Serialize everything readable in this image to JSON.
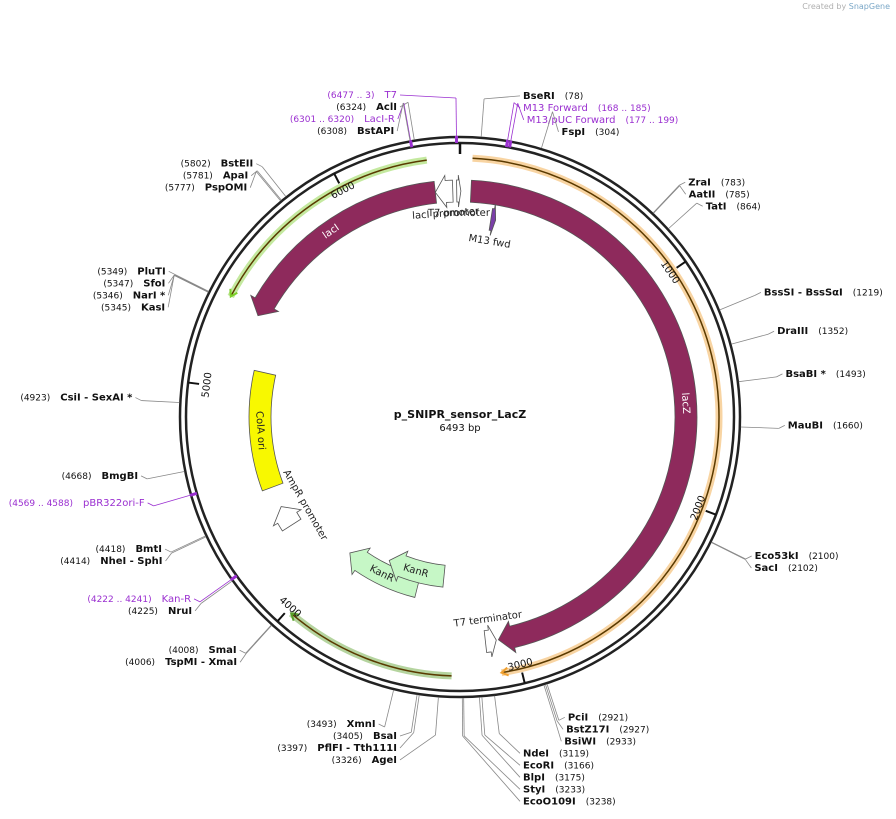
{
  "watermark": {
    "prefix": "Created by",
    "brand": "SnapGene"
  },
  "plasmid": {
    "name": "p_SNIPR_sensor_LacZ",
    "length_label": "6493 bp",
    "length": 6493
  },
  "ticks": [
    {
      "label": "1000",
      "bp": 1000
    },
    {
      "label": "2000",
      "bp": 2000
    },
    {
      "label": "3000",
      "bp": 3000
    },
    {
      "label": "4000",
      "bp": 4000
    },
    {
      "label": "5000",
      "bp": 5000
    },
    {
      "label": "6000",
      "bp": 6000
    }
  ],
  "features": [
    {
      "name": "lacZ",
      "label": "lacZ",
      "type": "gene",
      "start": 50,
      "end": 3070,
      "color": "#8e2a5c",
      "direction": "forward",
      "track": 1
    },
    {
      "name": "lacI",
      "label": "lacI",
      "type": "gene",
      "start": 5350,
      "end": 6380,
      "color": "#8e2a5c",
      "direction": "reverse",
      "track": 1
    },
    {
      "name": "cola-ori",
      "label": "ColA ori",
      "type": "origin",
      "start": 4500,
      "end": 5100,
      "color": "#f8f800",
      "direction": "none",
      "track": 3
    },
    {
      "name": "kanr-1",
      "label": "KanR",
      "type": "marker",
      "start": 3500,
      "end": 3950,
      "color": "#c6f7c6",
      "direction": "forward",
      "track": 4
    },
    {
      "name": "kanr-2",
      "label": "KanR",
      "type": "marker",
      "start": 3350,
      "end": 3720,
      "color": "#c6f7c6",
      "direction": "forward",
      "track": 5
    },
    {
      "name": "lacI-promoter",
      "label": "lacI promoter",
      "type": "promoter",
      "start": 6380,
      "end": 6460,
      "color": "#ffffff",
      "direction": "reverse",
      "track": 1
    },
    {
      "name": "t7-promoter",
      "label": "T7 promoter",
      "type": "promoter",
      "start": 6478,
      "end": 6497,
      "color": "#ffffff",
      "direction": "forward",
      "track": 1
    },
    {
      "name": "m13-fwd",
      "label": "M13 fwd",
      "type": "primer_bind",
      "start": 160,
      "end": 185,
      "color": "#7b3fa8",
      "direction": "forward",
      "track": 3
    },
    {
      "name": "ampr-promoter",
      "label": "AmpR promoter",
      "type": "promoter",
      "start": 4280,
      "end": 4390,
      "color": "#ffffff",
      "direction": "forward",
      "track": 3
    },
    {
      "name": "t7-terminator",
      "label": "T7 terminator",
      "type": "terminator",
      "start": 3080,
      "end": 3130,
      "color": "#ffffff",
      "direction": "reverse",
      "track": 1
    }
  ],
  "outer_features": [
    {
      "name": "lacz-orf",
      "start": 50,
      "end": 3080,
      "color": "#f0a030",
      "direction": "forward"
    },
    {
      "name": "laci-orf",
      "start": 5370,
      "end": 6360,
      "color": "#7ccf2a",
      "direction": "reverse"
    },
    {
      "name": "kanr-orf",
      "start": 3280,
      "end": 3980,
      "color": "#5aa02a",
      "direction": "forward"
    }
  ],
  "sites": [
    {
      "name": "BseRI",
      "pos": "(78)",
      "bp": 78,
      "label_side": "right"
    },
    {
      "name": "FspI",
      "pos": "(304)",
      "bp": 304,
      "label_side": "right"
    },
    {
      "name": "ZraI",
      "pos": "(783)",
      "bp": 783,
      "label_side": "right"
    },
    {
      "name": "AatII",
      "pos": "(785)",
      "bp": 785,
      "label_side": "right"
    },
    {
      "name": "TatI",
      "pos": "(864)",
      "bp": 864,
      "label_side": "right"
    },
    {
      "name": "BssSI   -  BssSαI",
      "pos": "(1219)",
      "bp": 1219,
      "label_side": "right"
    },
    {
      "name": "DraIII",
      "pos": "(1352)",
      "bp": 1352,
      "label_side": "right"
    },
    {
      "name": "BsaBI  *",
      "pos": "(1493)",
      "bp": 1493,
      "label_side": "right"
    },
    {
      "name": "MauBI",
      "pos": "(1660)",
      "bp": 1660,
      "label_side": "right"
    },
    {
      "name": "Eco53kI",
      "pos": "(2100)",
      "bp": 2100,
      "label_side": "right"
    },
    {
      "name": "SacI",
      "pos": "(2102)",
      "bp": 2102,
      "label_side": "right"
    },
    {
      "name": "PciI",
      "pos": "(2921)",
      "bp": 2921,
      "label_side": "right"
    },
    {
      "name": "BstZ17I",
      "pos": "(2927)",
      "bp": 2927,
      "label_side": "right"
    },
    {
      "name": "BsiWI",
      "pos": "(2933)",
      "bp": 2933,
      "label_side": "right"
    },
    {
      "name": "NdeI",
      "pos": "(3119)",
      "bp": 3119,
      "label_side": "right"
    },
    {
      "name": "EcoRI",
      "pos": "(3166)",
      "bp": 3166,
      "label_side": "right"
    },
    {
      "name": "BlpI",
      "pos": "(3175)",
      "bp": 3175,
      "label_side": "right"
    },
    {
      "name": "StyI",
      "pos": "(3233)",
      "bp": 3233,
      "label_side": "right"
    },
    {
      "name": "EcoO109I",
      "pos": "(3238)",
      "bp": 3238,
      "label_side": "right"
    },
    {
      "name": "AgeI",
      "pos": "(3326)",
      "bp": 3326,
      "label_side": "left"
    },
    {
      "name": "PflFI   -  Tth111I",
      "pos": "(3397)",
      "bp": 3397,
      "label_side": "left"
    },
    {
      "name": "BsaI",
      "pos": "(3405)",
      "bp": 3405,
      "label_side": "left"
    },
    {
      "name": "XmnI",
      "pos": "(3493)",
      "bp": 3493,
      "label_side": "left"
    },
    {
      "name": "TspMI   -  XmaI",
      "pos": "(4006)",
      "bp": 4006,
      "label_side": "left"
    },
    {
      "name": "SmaI",
      "pos": "(4008)",
      "bp": 4008,
      "label_side": "left"
    },
    {
      "name": "NruI",
      "pos": "(4225)",
      "bp": 4225,
      "label_side": "left"
    },
    {
      "name": "NheI   -  SphI",
      "pos": "(4414)",
      "bp": 4414,
      "label_side": "left"
    },
    {
      "name": "BmtI",
      "pos": "(4418)",
      "bp": 4418,
      "label_side": "left"
    },
    {
      "name": "BmgBI",
      "pos": "(4668)",
      "bp": 4668,
      "label_side": "left"
    },
    {
      "name": "CsiI   -  SexAI  *",
      "pos": "(4923)",
      "bp": 4923,
      "label_side": "left"
    },
    {
      "name": "KasI",
      "pos": "(5345)",
      "bp": 5345,
      "label_side": "left"
    },
    {
      "name": "NarI  *",
      "pos": "(5346)",
      "bp": 5346,
      "label_side": "left"
    },
    {
      "name": "SfoI",
      "pos": "(5347)",
      "bp": 5347,
      "label_side": "left"
    },
    {
      "name": "PluTI",
      "pos": "(5349)",
      "bp": 5349,
      "label_side": "left"
    },
    {
      "name": "PspOMI",
      "pos": "(5777)",
      "bp": 5777,
      "label_side": "left"
    },
    {
      "name": "ApaI",
      "pos": "(5781)",
      "bp": 5781,
      "label_side": "left"
    },
    {
      "name": "BstEII",
      "pos": "(5802)",
      "bp": 5802,
      "label_side": "left"
    },
    {
      "name": "BstAPI",
      "pos": "(6308)",
      "bp": 6308,
      "label_side": "left"
    },
    {
      "name": "AclI",
      "pos": "(6324)",
      "bp": 6324,
      "label_side": "left"
    }
  ],
  "primers": [
    {
      "name": "T7",
      "pos": "(6477 .. 3)",
      "bp": 6480,
      "label_side": "left"
    },
    {
      "name": "M13 Forward",
      "pos": "(168 .. 185)",
      "bp": 176,
      "label_side": "right"
    },
    {
      "name": "M13/pUC Forward",
      "pos": "(177 .. 199)",
      "bp": 188,
      "label_side": "right"
    },
    {
      "name": "LacI-R",
      "pos": "(6301 .. 6320)",
      "bp": 6310,
      "label_side": "left"
    },
    {
      "name": "pBR322ori-F",
      "pos": "(4569 .. 4588)",
      "bp": 4578,
      "label_side": "left"
    },
    {
      "name": "Kan-R",
      "pos": "(4222 .. 4241)",
      "bp": 4231,
      "label_side": "left"
    }
  ]
}
